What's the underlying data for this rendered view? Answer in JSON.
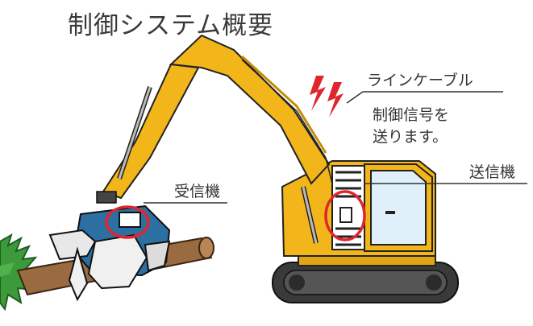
{
  "title": "制御システム概要",
  "labels": {
    "line_cable": "ラインケーブル",
    "signal_line1": "制御信号を",
    "signal_line2": "送ります。",
    "transmitter": "送信機",
    "receiver": "受信機"
  },
  "colors": {
    "machine_yellow": "#f2b51a",
    "machine_dark": "#2b2b2b",
    "highlight_red": "#e0262d",
    "signal_red": "#e0262d",
    "foliage_green": "#3c9a3a",
    "log_brown": "#9a6a40",
    "head_blue": "#2b6fa3"
  },
  "icons": {
    "signal": "lightning-bolt-icon"
  }
}
